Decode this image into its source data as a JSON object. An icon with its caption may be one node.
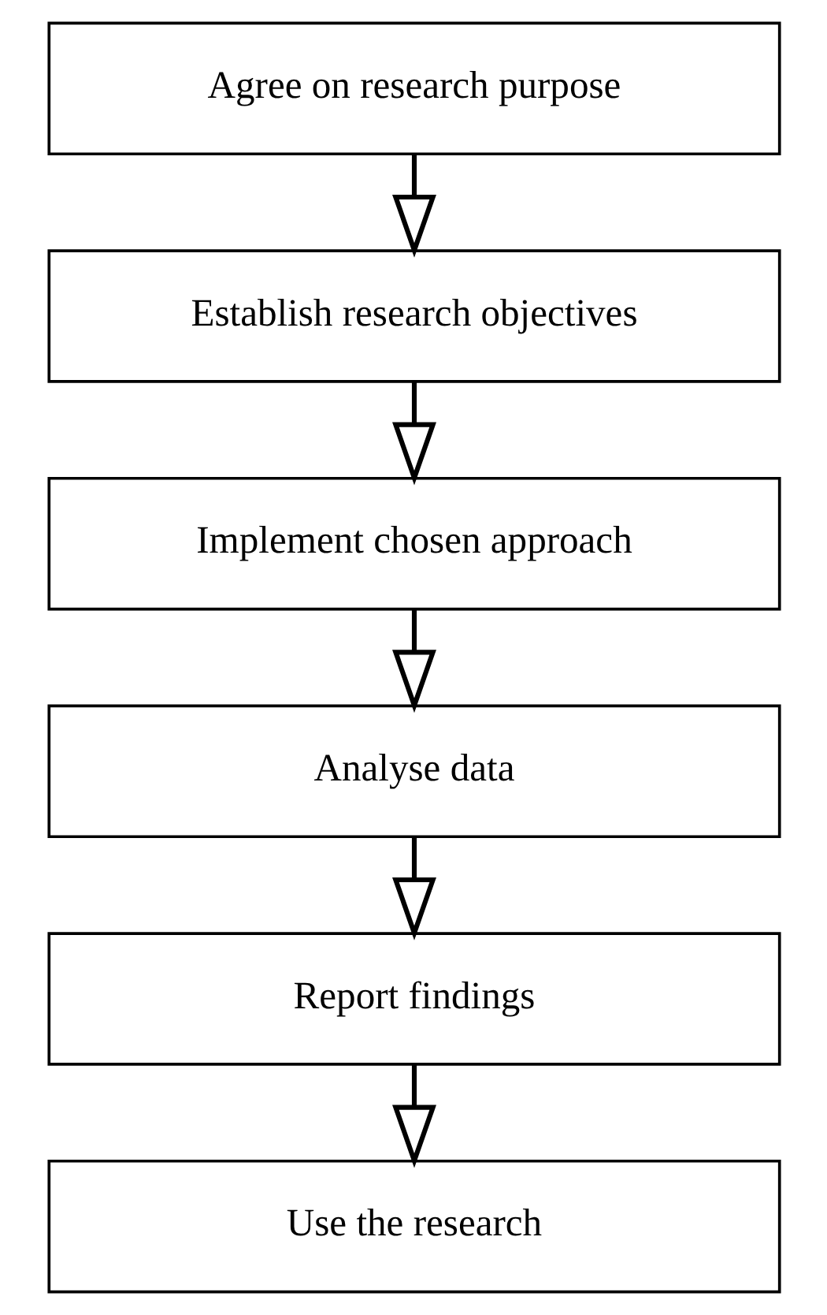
{
  "diagram": {
    "nodes": [
      {
        "text": [
          "Agree on research purpose"
        ]
      },
      {
        "text": [
          "Establish research objectives"
        ]
      },
      {
        "text": [
          "Implement chosen approach"
        ]
      },
      {
        "text": [
          "Analyse data"
        ]
      },
      {
        "text": [
          "Report findings"
        ]
      },
      {
        "text": [
          "Use the research"
        ]
      }
    ],
    "edges": [
      {
        "from": 0,
        "to": 1,
        "arrow": "to"
      },
      {
        "from": 1,
        "to": 2,
        "arrow": "to"
      },
      {
        "from": 2,
        "to": 3,
        "arrow": "to"
      },
      {
        "from": 3,
        "to": 4,
        "arrow": "to"
      },
      {
        "from": 4,
        "to": 5,
        "arrow": "to"
      }
    ]
  }
}
